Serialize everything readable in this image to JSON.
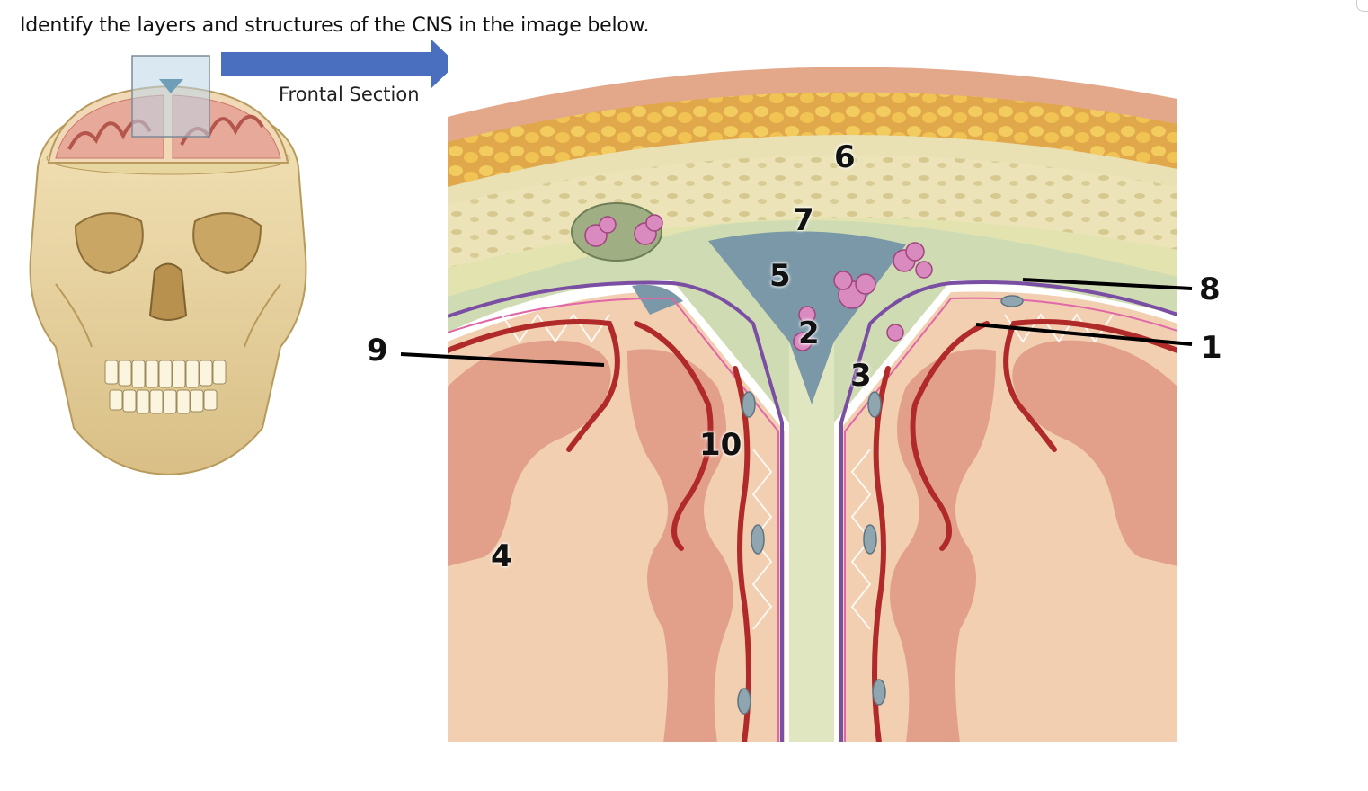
{
  "question": "Identify the layers and structures of the CNS in the image below.",
  "section_label": "Frontal Section",
  "labels": [
    "1",
    "2",
    "3",
    "4",
    "5",
    "6",
    "7",
    "8",
    "9",
    "10"
  ],
  "colors": {
    "arrow": "#4a6fbf",
    "skin": "#e9b98f",
    "fat": "#e6b84a",
    "bone": "#efe4b4",
    "brain": "#e7b8a0",
    "cortex": "#d98d79",
    "sinus": "#7b98a8",
    "artery": "#b02a2a",
    "arachnoid": "#d98bc0"
  }
}
